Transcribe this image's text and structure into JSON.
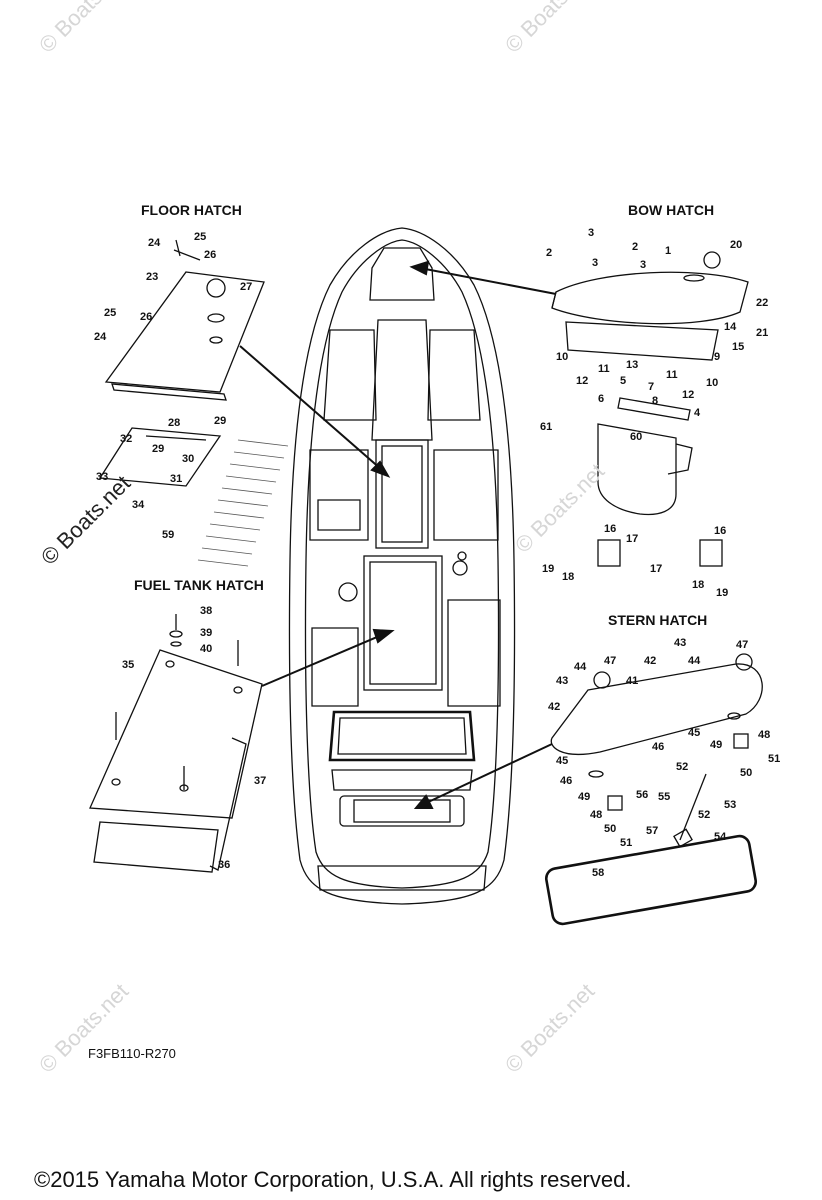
{
  "sections": {
    "floor_hatch": "FLOOR HATCH",
    "bow_hatch": "BOW HATCH",
    "fuel_tank_hatch": "FUEL TANK HATCH",
    "stern_hatch": "STERN HATCH"
  },
  "diagram_code": "F3FB110-R270",
  "copyright": "©2015 Yamaha Motor Corporation, U.S.A. All rights reserved.",
  "watermark": "© Boats.net",
  "colors": {
    "ink": "#111111",
    "watermark": "#d6d6d6"
  },
  "callouts": [
    "1",
    "2",
    "2",
    "3",
    "3",
    "3",
    "4",
    "5",
    "6",
    "7",
    "8",
    "9",
    "10",
    "10",
    "11",
    "11",
    "12",
    "12",
    "13",
    "14",
    "15",
    "16",
    "16",
    "17",
    "17",
    "18",
    "18",
    "19",
    "19",
    "20",
    "21",
    "22",
    "23",
    "24",
    "24",
    "25",
    "25",
    "26",
    "26",
    "27",
    "28",
    "29",
    "29",
    "30",
    "31",
    "32",
    "33",
    "34",
    "35",
    "36",
    "37",
    "38",
    "39",
    "40",
    "41",
    "42",
    "42",
    "43",
    "43",
    "44",
    "44",
    "45",
    "45",
    "46",
    "46",
    "47",
    "47",
    "48",
    "48",
    "49",
    "49",
    "50",
    "50",
    "51",
    "51",
    "52",
    "52",
    "53",
    "54",
    "55",
    "56",
    "57",
    "58",
    "59",
    "60",
    "61"
  ]
}
